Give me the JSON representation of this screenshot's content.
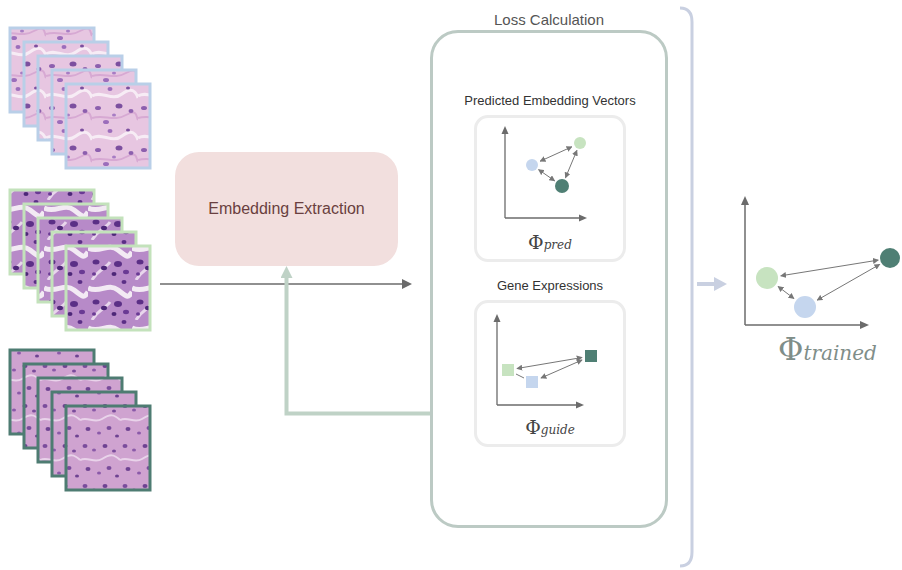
{
  "diagram": {
    "nodes": [
      {
        "text": [
          "Embedding Extraction"
        ]
      },
      {
        "text": [
          "Loss Calculation"
        ]
      },
      {
        "text": [
          "Predicted Embedding Vectors",
          "Φpred"
        ],
        "in": 1
      },
      {
        "text": [
          "Gene Expressions",
          "Φguide"
        ],
        "in": 1
      }
    ],
    "edges": [
      {
        "from": 1,
        "to": 0,
        "arrow": "to"
      }
    ],
    "labels": [
      "Φtrained"
    ]
  }
}
